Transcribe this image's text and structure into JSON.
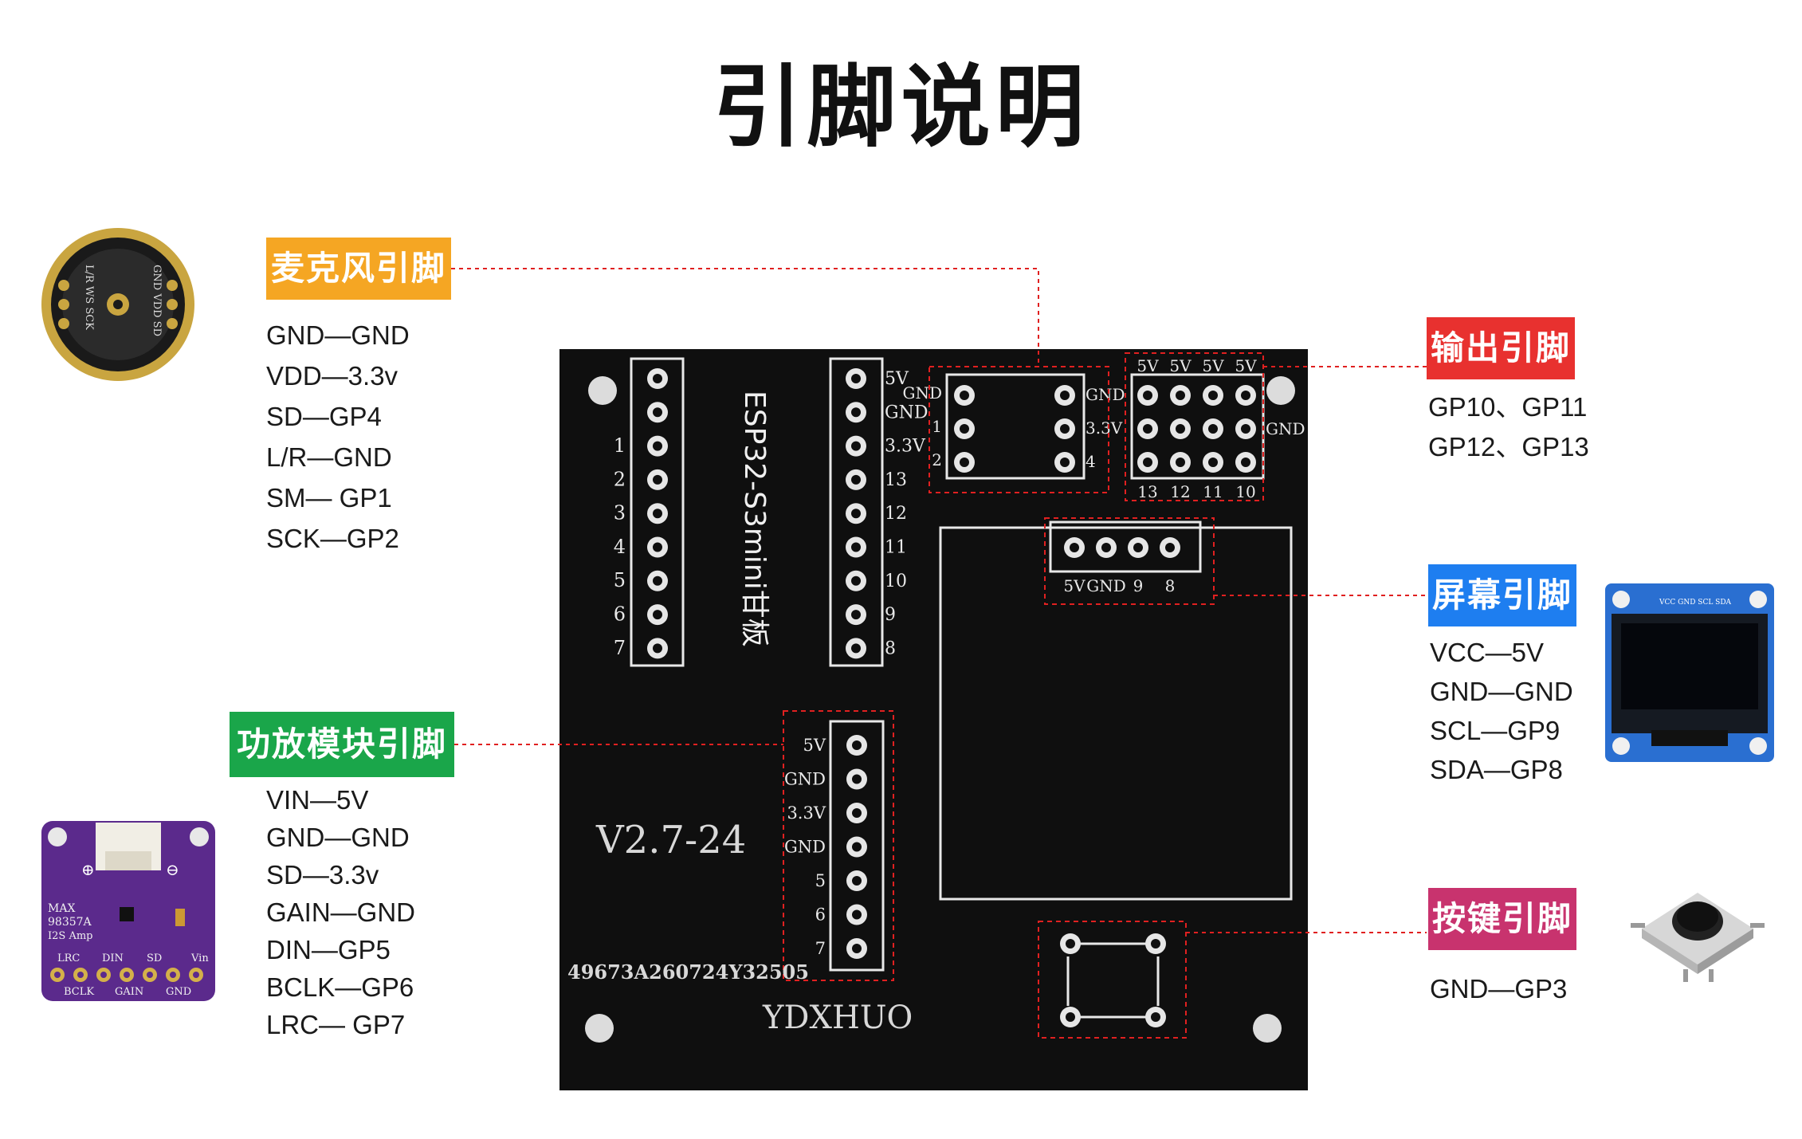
{
  "title": "引脚说明",
  "sections": {
    "mic": {
      "label": "麦克风引脚",
      "color": "#f5a623",
      "pins": [
        "GND—GND",
        "VDD—3.3v",
        "SD—GP4",
        "L/R—GND",
        "SM— GP1",
        "SCK—GP2"
      ]
    },
    "amp": {
      "label": "功放模块引脚",
      "color": "#1aa64a",
      "pins": [
        "VIN—5V",
        "GND—GND",
        "SD—3.3v",
        "GAIN—GND",
        "DIN—GP5",
        "BCLK—GP6",
        "LRC— GP7"
      ]
    },
    "output": {
      "label": "输出引脚",
      "color": "#e8312f",
      "pins": [
        "GP10、GP11",
        "GP12、GP13"
      ]
    },
    "screen": {
      "label": "屏幕引脚",
      "color": "#1e7ef0",
      "pins": [
        "VCC—5V",
        "GND—GND",
        "SCL—GP9",
        "SDA—GP8"
      ]
    },
    "button": {
      "label": "按键引脚",
      "color": "#c8336e",
      "pins": [
        "GND—GP3"
      ]
    }
  },
  "board": {
    "version": "V2.7-24",
    "serial": "49673A260724Y32505",
    "brand": "YDXHUO",
    "module_label": "ESP32-S3mini甘板",
    "left_header_numbers": [
      "1",
      "2",
      "3",
      "4",
      "5",
      "6",
      "7"
    ],
    "right_header_labels": [
      "5V",
      "GND",
      "3.3V",
      "13",
      "12",
      "11",
      "10",
      "9",
      "8"
    ],
    "mic_header": {
      "left_labels": [
        "GND",
        "1",
        "2"
      ],
      "right_labels": [
        "GND",
        "3.3V",
        "4"
      ]
    },
    "output_header": {
      "top_labels": [
        "5V",
        "5V",
        "5V",
        "5V"
      ],
      "bottom_labels": [
        "13",
        "12",
        "11",
        "10"
      ],
      "side_label": "GND"
    },
    "screen_header_labels": [
      "5V",
      "GND",
      "9",
      "8"
    ],
    "amp_header_labels": [
      "5V",
      "GND",
      "3.3V",
      "GND",
      "5",
      "6",
      "7"
    ]
  },
  "mic_module": {
    "text_left": "L/R WS SCK",
    "text_right": "GND VDD SD"
  },
  "amp_module": {
    "top_line1": "MAX",
    "top_line2": "98357A",
    "top_line3": "I2S Amp",
    "row1": [
      "LRC",
      "DIN",
      "SD",
      "Vin"
    ],
    "row2": [
      "BCLK",
      "GAIN",
      "GND"
    ]
  },
  "oled_module": {
    "header": "VCC GND SCL SDA"
  },
  "colors": {
    "board": "#0f0f0f",
    "silk": "#e8e8e8",
    "leader": "#e02020",
    "purple_pcb": "#5b2a8c",
    "oled_pcb": "#2a6fd1"
  }
}
